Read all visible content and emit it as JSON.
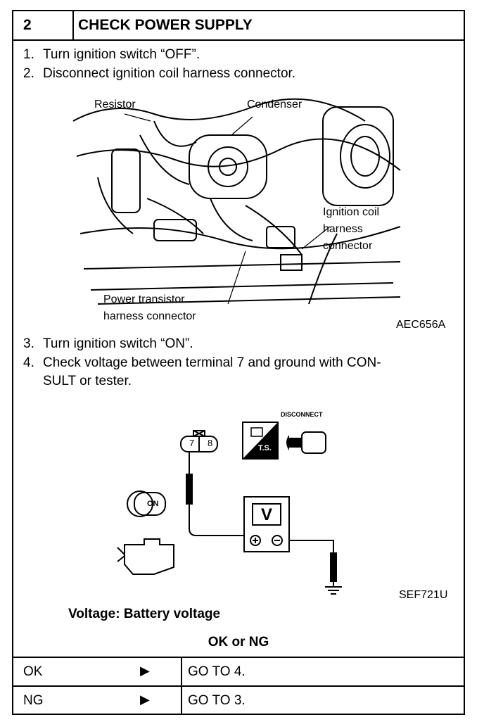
{
  "header": {
    "number": "2",
    "title": "CHECK POWER SUPPLY"
  },
  "steps": [
    {
      "num": "1.",
      "text": "Turn ignition switch “OFF”."
    },
    {
      "num": "2.",
      "text": "Disconnect ignition coil harness connector."
    },
    {
      "num": "3.",
      "text": "Turn ignition switch “ON”."
    },
    {
      "num": "4.",
      "text": "Check voltage between terminal 7 and ground with CON-"
    },
    {
      "num": "",
      "text": "SULT or tester."
    }
  ],
  "figure1": {
    "labels": {
      "resistor": "Resistor",
      "condenser": "Condenser",
      "coil1": "Ignition coil",
      "coil2": "harness",
      "coil3": "connector",
      "pt1": "Power transistor",
      "pt2": "harness connector"
    },
    "code": "AEC656A"
  },
  "figure2": {
    "terminal_a": "7",
    "terminal_b": "8",
    "ts_label": "T.S.",
    "disconnect_label": "DISCONNECT",
    "meter_label": "V",
    "key_label": "ON",
    "code": "SEF721U"
  },
  "voltage_spec": "Voltage: Battery voltage",
  "ok_ng_title": "OK or NG",
  "results": [
    {
      "label": "OK",
      "arrow": "▶",
      "action": "GO TO 4."
    },
    {
      "label": "NG",
      "arrow": "▶",
      "action": "GO TO 3."
    }
  ]
}
